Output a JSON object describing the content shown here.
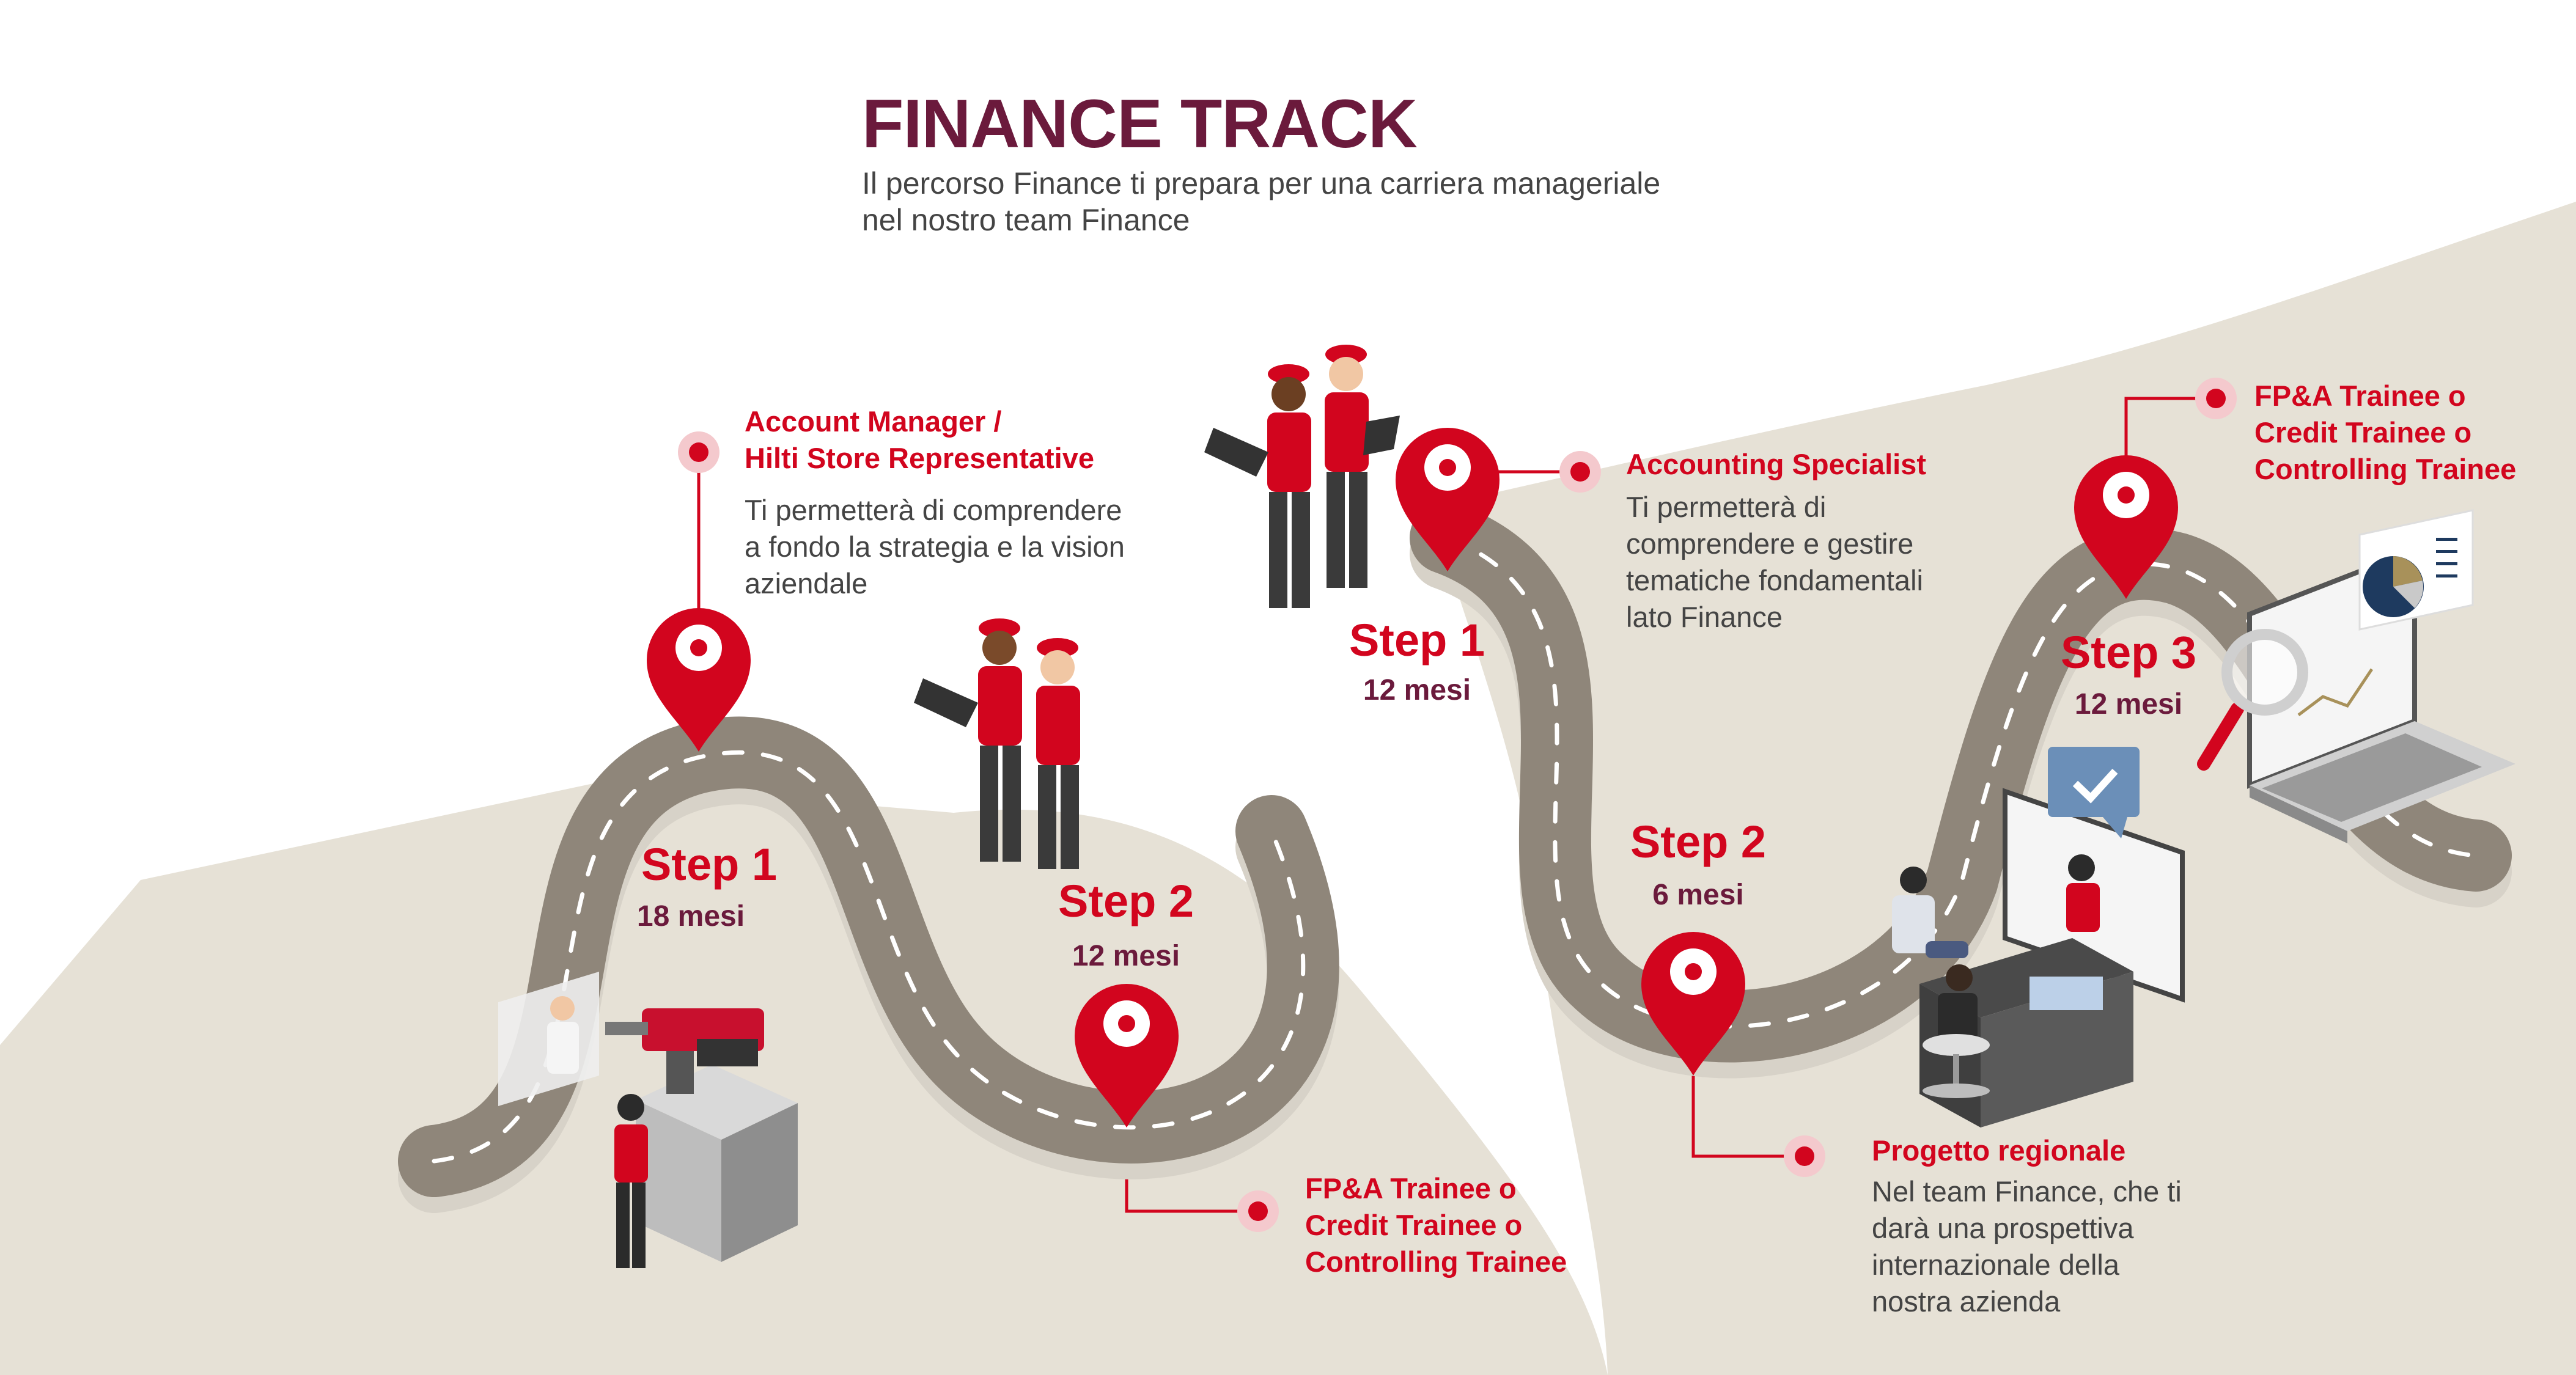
{
  "header": {
    "title": "FINANCE TRACK",
    "subtitle": "Il percorso Finance ti prepara per una carriera manageriale\nnel nostro team Finance"
  },
  "roles": {
    "account_manager": {
      "title": "Account Manager /\nHilti Store Representative",
      "desc": "Ti permetterà di comprendere\na fondo la strategia e la vision\naziendale"
    },
    "fpa_left": {
      "title": "FP&A Trainee o\nCredit Trainee o\nControlling Trainee"
    },
    "accounting": {
      "title": "Accounting Specialist",
      "desc": "Ti permetterà di\ncomprendere e gestire\ntematiche fondamentali\nlato Finance"
    },
    "progetto": {
      "title": "Progetto regionale",
      "desc": "Nel team Finance, che ti\ndarà una prospettiva\ninternazionale della\nnostra azienda"
    },
    "fpa_right": {
      "title": "FP&A Trainee o\nCredit Trainee o\nControlling Trainee"
    }
  },
  "steps": {
    "s1_left": {
      "label": "Step 1",
      "duration": "18 mesi"
    },
    "s2_left": {
      "label": "Step 2",
      "duration": "12 mesi"
    },
    "s1_mid": {
      "label": "Step 1",
      "duration": "12 mesi"
    },
    "s2_right": {
      "label": "Step 2",
      "duration": "6 mesi"
    },
    "s3_right": {
      "label": "Step 3",
      "duration": "12 mesi"
    }
  },
  "colors": {
    "accent_red": "#d2051e",
    "title_maroon": "#6b1a3c",
    "road": "#8f867a",
    "terrain": "#e6e1d6"
  },
  "icons": [
    "map-pin-icon",
    "person-illustration",
    "laptop-icon",
    "chart-icon",
    "checkmark-icon",
    "magnifier-icon",
    "power-tool-icon"
  ]
}
